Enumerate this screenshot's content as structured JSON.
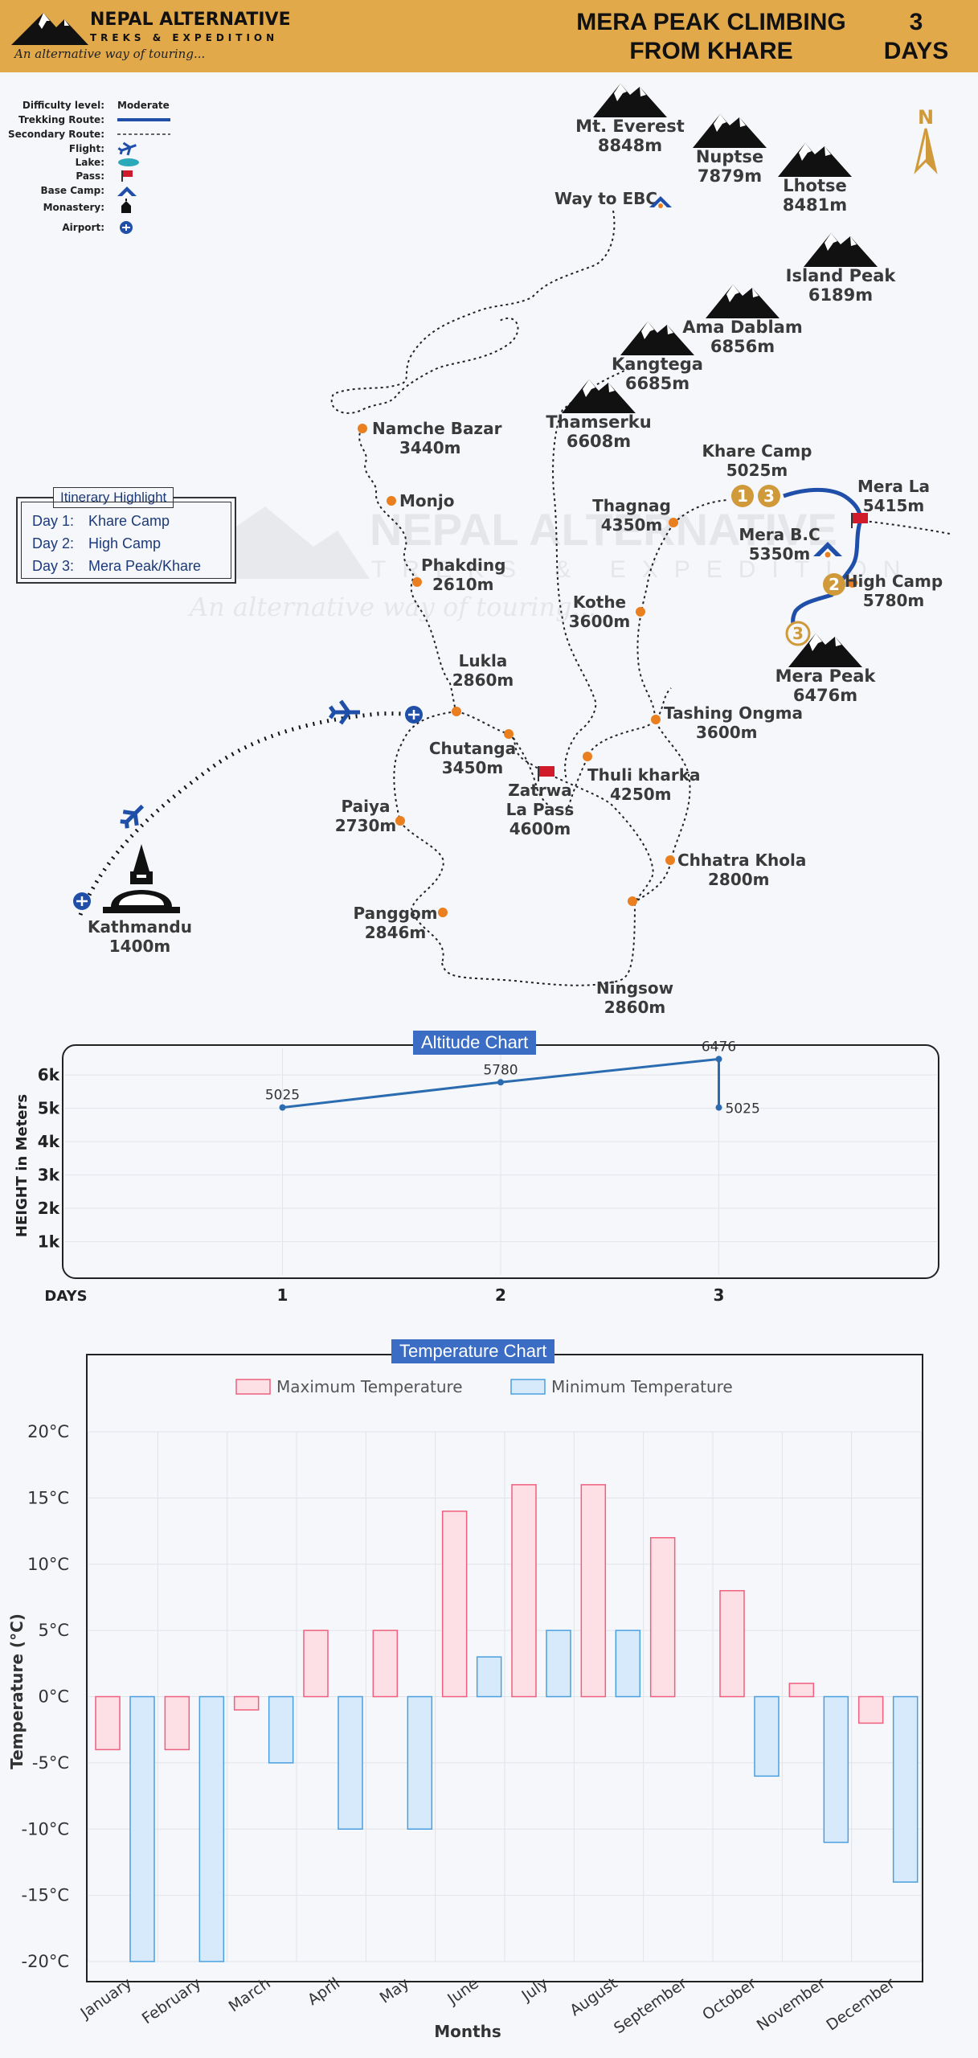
{
  "brand": {
    "name": "NEPAL ALTERNATIVE",
    "sub": "TREKS & EXPEDITION",
    "tagline": "An alternative way of touring..."
  },
  "header": {
    "title_line1": "MERA PEAK CLIMBING",
    "title_line2": "FROM KHARE",
    "days_num": "3",
    "days_label": "DAYS"
  },
  "legend": [
    {
      "label": "Difficulty level:",
      "value": "Moderate"
    },
    {
      "label": "Trekking Route:",
      "symbol": "trek-route"
    },
    {
      "label": "Secondary Route:",
      "symbol": "secondary-route"
    },
    {
      "label": "Flight:",
      "symbol": "plane-icon"
    },
    {
      "label": "Lake:",
      "symbol": "lake-icon"
    },
    {
      "label": "Pass:",
      "symbol": "flag-icon"
    },
    {
      "label": "Base Camp:",
      "symbol": "tent-icon"
    },
    {
      "label": "Monastery:",
      "symbol": "monastery-icon"
    },
    {
      "label": "Airport:",
      "symbol": "airport-icon"
    }
  ],
  "north": "N",
  "peaks": [
    {
      "name": "Mt. Everest",
      "alt": "8848m"
    },
    {
      "name": "Nuptse",
      "alt": "7879m"
    },
    {
      "name": "Lhotse",
      "alt": "8481m"
    },
    {
      "name": "Island Peak",
      "alt": "6189m"
    },
    {
      "name": "Ama Dablam",
      "alt": "6856m"
    },
    {
      "name": "Kangtega",
      "alt": "6685m"
    },
    {
      "name": "Thamserku",
      "alt": "6608m"
    },
    {
      "name": "Mera Peak",
      "alt": "6476m"
    }
  ],
  "places": {
    "way_to_ebc": "Way to EBC",
    "namche": [
      "Namche Bazar",
      "3440m"
    ],
    "monjo": "Monjo",
    "phakding": [
      "Phakding",
      "2610m"
    ],
    "lukla": [
      "Lukla",
      "2860m"
    ],
    "chutanga": [
      "Chutanga",
      "3450m"
    ],
    "zatrwa": [
      "Zatrwa",
      "La Pass",
      "4600m"
    ],
    "paiya": [
      "Paiya",
      "2730m"
    ],
    "panggom": [
      "Panggom",
      "2846m"
    ],
    "kathmandu": [
      "Kathmandu",
      "1400m"
    ],
    "ningsow": [
      "Ningsow",
      "2860m"
    ],
    "chhatra": [
      "Chhatra Khola",
      "2800m"
    ],
    "thuli": [
      "Thuli kharka",
      "4250m"
    ],
    "tashing": [
      "Tashing Ongma",
      "3600m"
    ],
    "kothe": [
      "Kothe",
      "3600m"
    ],
    "thagnag": [
      "Thagnag",
      "4350m"
    ],
    "khare": [
      "Khare Camp",
      "5025m"
    ],
    "mera_la": [
      "Mera La",
      "5415m"
    ],
    "mera_bc": [
      "Mera B.C",
      "5350m"
    ],
    "high_camp": [
      "High Camp",
      "5780m"
    ]
  },
  "day_markers": [
    "1",
    "3",
    "2",
    "3"
  ],
  "watermark": {
    "name": "NEPAL ALTERNATIVE",
    "sub": "TREKS & EXPEDITION",
    "tagline": "An alternative way of touring..."
  },
  "itinerary": {
    "title": "Itinerary Highlight",
    "days": [
      {
        "day": "Day 1:",
        "text": "Khare Camp"
      },
      {
        "day": "Day 2:",
        "text": "High Camp"
      },
      {
        "day": "Day 3:",
        "text": "Mera Peak/Khare"
      }
    ]
  },
  "colors": {
    "header": "#e2a94a",
    "route": "#1f4fa8",
    "stop": "#ea7f1f",
    "day_marker": "#d09a3a",
    "chart_line": "#2b6cb0",
    "max_temp": "#f05f7e",
    "min_temp": "#4a9fe0"
  },
  "altitude_chart": {
    "title": "Altitude Chart",
    "ylabel": "HEIGHT in Meters",
    "xlabel": "DAYS",
    "chart_data": {
      "type": "line",
      "x": [
        1,
        2,
        3,
        3
      ],
      "y": [
        5025,
        5780,
        6476,
        5025
      ],
      "data_labels": [
        "5025",
        "5780",
        "6476",
        "5025"
      ],
      "xticks": [
        "1",
        "2",
        "3"
      ],
      "yticks": [
        "1k",
        "2k",
        "3k",
        "4k",
        "5k",
        "6k"
      ],
      "ylim": [
        0,
        6800
      ],
      "xlim": [
        0,
        4
      ]
    }
  },
  "temperature_chart": {
    "title": "Temperature Chart",
    "ylabel": "Temperature (°C)",
    "xlabel": "Months",
    "chart_data": {
      "type": "bar",
      "categories": [
        "January",
        "February",
        "March",
        "April",
        "May",
        "June",
        "July",
        "August",
        "September",
        "October",
        "November",
        "December"
      ],
      "series": [
        {
          "name": "Maximum Temperature",
          "values": [
            -4,
            -4,
            -1,
            5,
            5,
            14,
            16,
            16,
            12,
            8,
            1,
            -2
          ]
        },
        {
          "name": "Minimum Temperature",
          "values": [
            -20,
            -20,
            -5,
            -10,
            -10,
            3,
            5,
            5,
            null,
            -6,
            -11,
            -14
          ]
        }
      ],
      "yticks": [
        "20°C",
        "15°C",
        "10°C",
        "5°C",
        "0°C",
        "-5°C",
        "-10°C",
        "-15°C",
        "-20°C"
      ],
      "ylim": [
        -20,
        20
      ],
      "legend_position": "top"
    }
  }
}
